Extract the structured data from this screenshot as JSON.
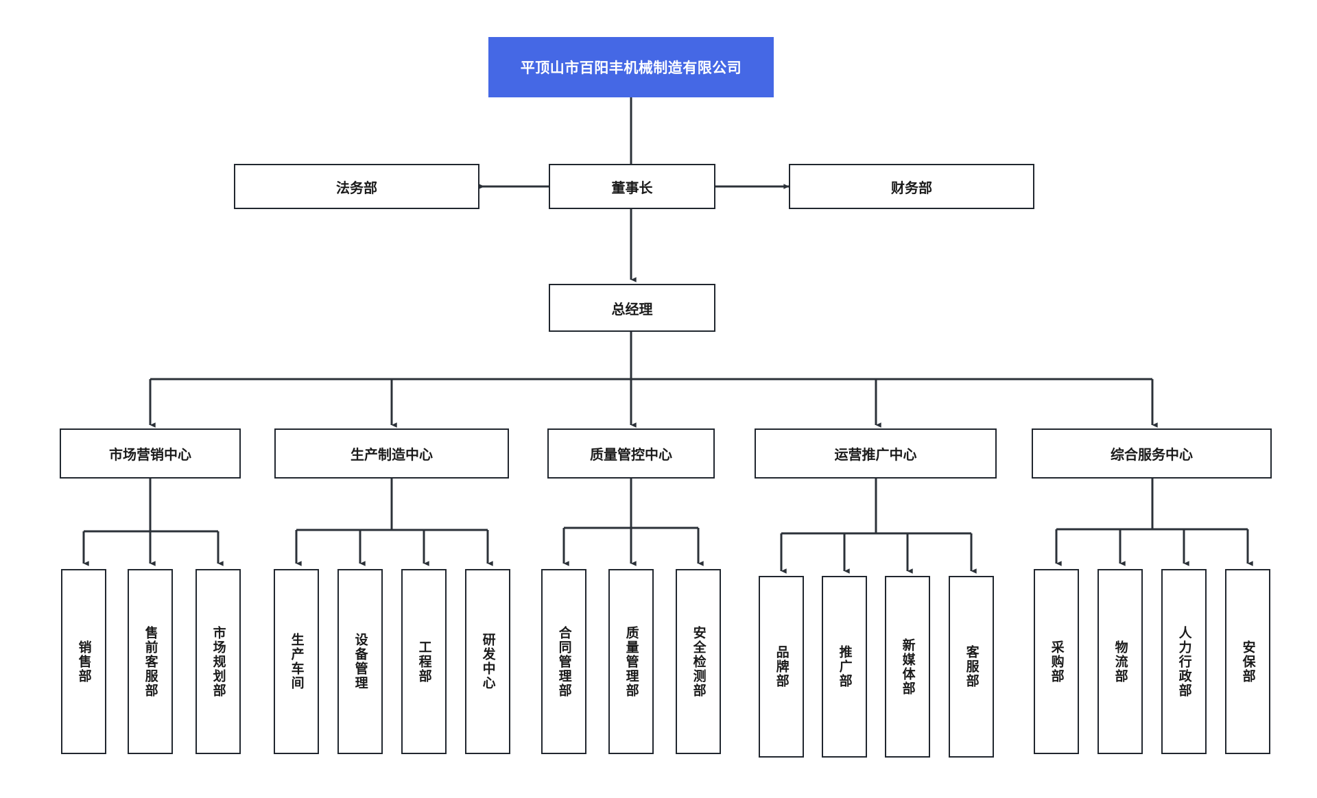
{
  "meta": {
    "title": "平顶山市百阳丰机械制造有限公司 组织架构图",
    "accent_color": "#4568e5",
    "line_color": "#2b3138",
    "box_border_color": "#20262e",
    "canvas_background": "#ffffff"
  },
  "root": {
    "label": "平顶山市百阳丰机械制造有限公司"
  },
  "executives": {
    "legal": {
      "label": "法务部"
    },
    "chairman": {
      "label": "董事长"
    },
    "finance": {
      "label": "财务部"
    },
    "general_manager": {
      "label": "总经理"
    }
  },
  "centers": [
    {
      "id": "marketing",
      "label": "市场营销中心",
      "children": [
        {
          "label": "销售部"
        },
        {
          "label": "售前客服部"
        },
        {
          "label": "市场规划部"
        }
      ]
    },
    {
      "id": "manufacturing",
      "label": "生产制造中心",
      "children": [
        {
          "label": "生产车间"
        },
        {
          "label": "设备管理"
        },
        {
          "label": "工程部"
        },
        {
          "label": "研发中心"
        }
      ]
    },
    {
      "id": "quality",
      "label": "质量管控中心",
      "children": [
        {
          "label": "合同管理部"
        },
        {
          "label": "质量管理部"
        },
        {
          "label": "安全检测部"
        }
      ]
    },
    {
      "id": "operations",
      "label": "运营推广中心",
      "children": [
        {
          "label": "品牌部"
        },
        {
          "label": "推广部"
        },
        {
          "label": "新媒体部"
        },
        {
          "label": "客服部"
        }
      ]
    },
    {
      "id": "support",
      "label": "综合服务中心",
      "children": [
        {
          "label": "采购部"
        },
        {
          "label": "物流部"
        },
        {
          "label": "人力行政部"
        },
        {
          "label": "安保部"
        }
      ]
    }
  ]
}
